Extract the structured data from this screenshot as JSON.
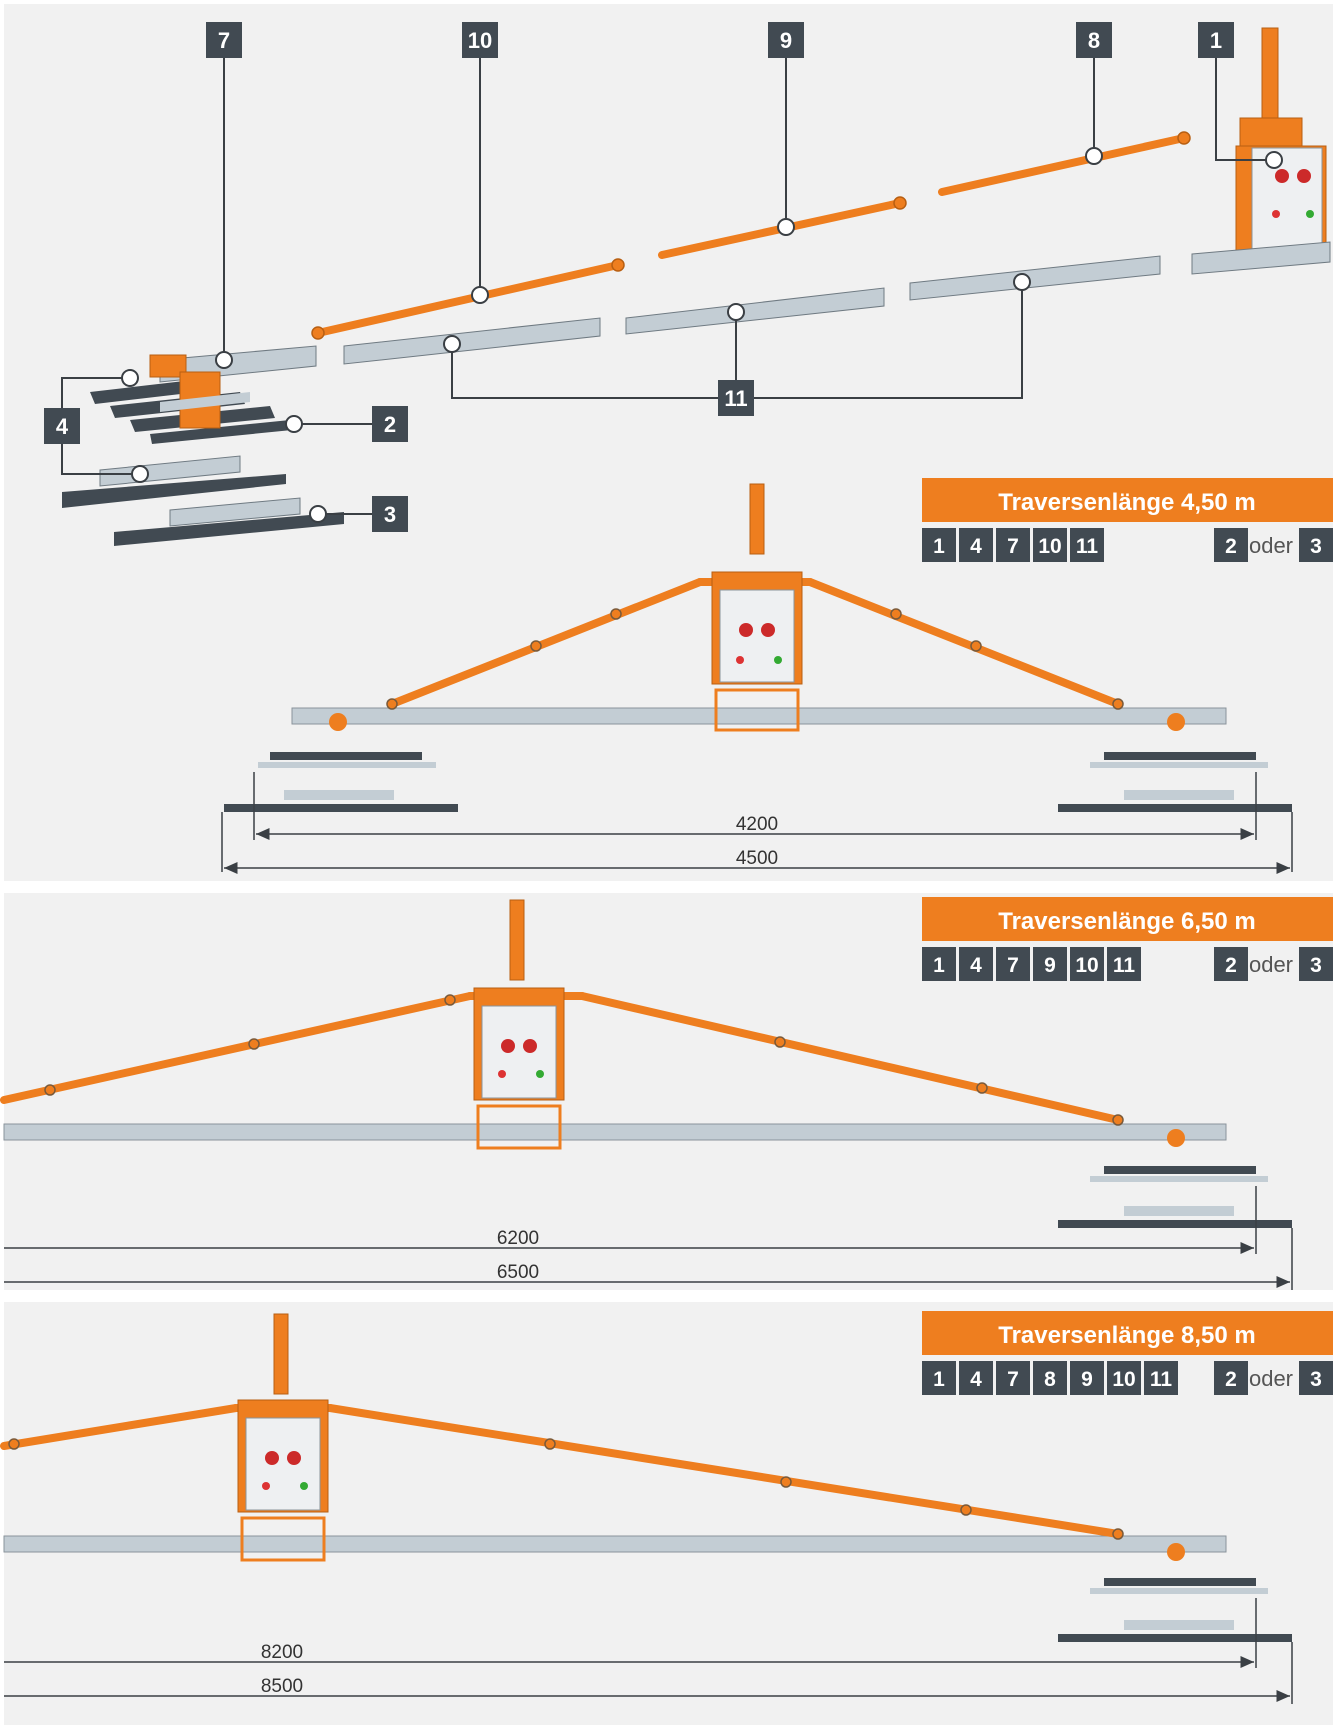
{
  "colors": {
    "background": "#f1f1f1",
    "accent_orange": "#ee7e1f",
    "tag_dark": "#414a52",
    "beam_grey": "#c3cdd4",
    "line_dark": "#3a3f44"
  },
  "exploded_view": {
    "part_numbers": [
      "1",
      "2",
      "3",
      "4",
      "7",
      "8",
      "9",
      "10",
      "11"
    ]
  },
  "configurations": [
    {
      "title": "Traversenlänge 4,50 m",
      "parts": [
        "1",
        "4",
        "7",
        "10",
        "11"
      ],
      "option_a": "2",
      "option_word": "oder",
      "option_b": "3",
      "dim_inner": "4200",
      "dim_outer": "4500"
    },
    {
      "title": "Traversenlänge 6,50 m",
      "parts": [
        "1",
        "4",
        "7",
        "9",
        "10",
        "11"
      ],
      "option_a": "2",
      "option_word": "oder",
      "option_b": "3",
      "dim_inner": "6200",
      "dim_outer": "6500"
    },
    {
      "title": "Traversenlänge 8,50 m",
      "parts": [
        "1",
        "4",
        "7",
        "8",
        "9",
        "10",
        "11"
      ],
      "option_a": "2",
      "option_word": "oder",
      "option_b": "3",
      "dim_inner": "8200",
      "dim_outer": "8500"
    }
  ]
}
